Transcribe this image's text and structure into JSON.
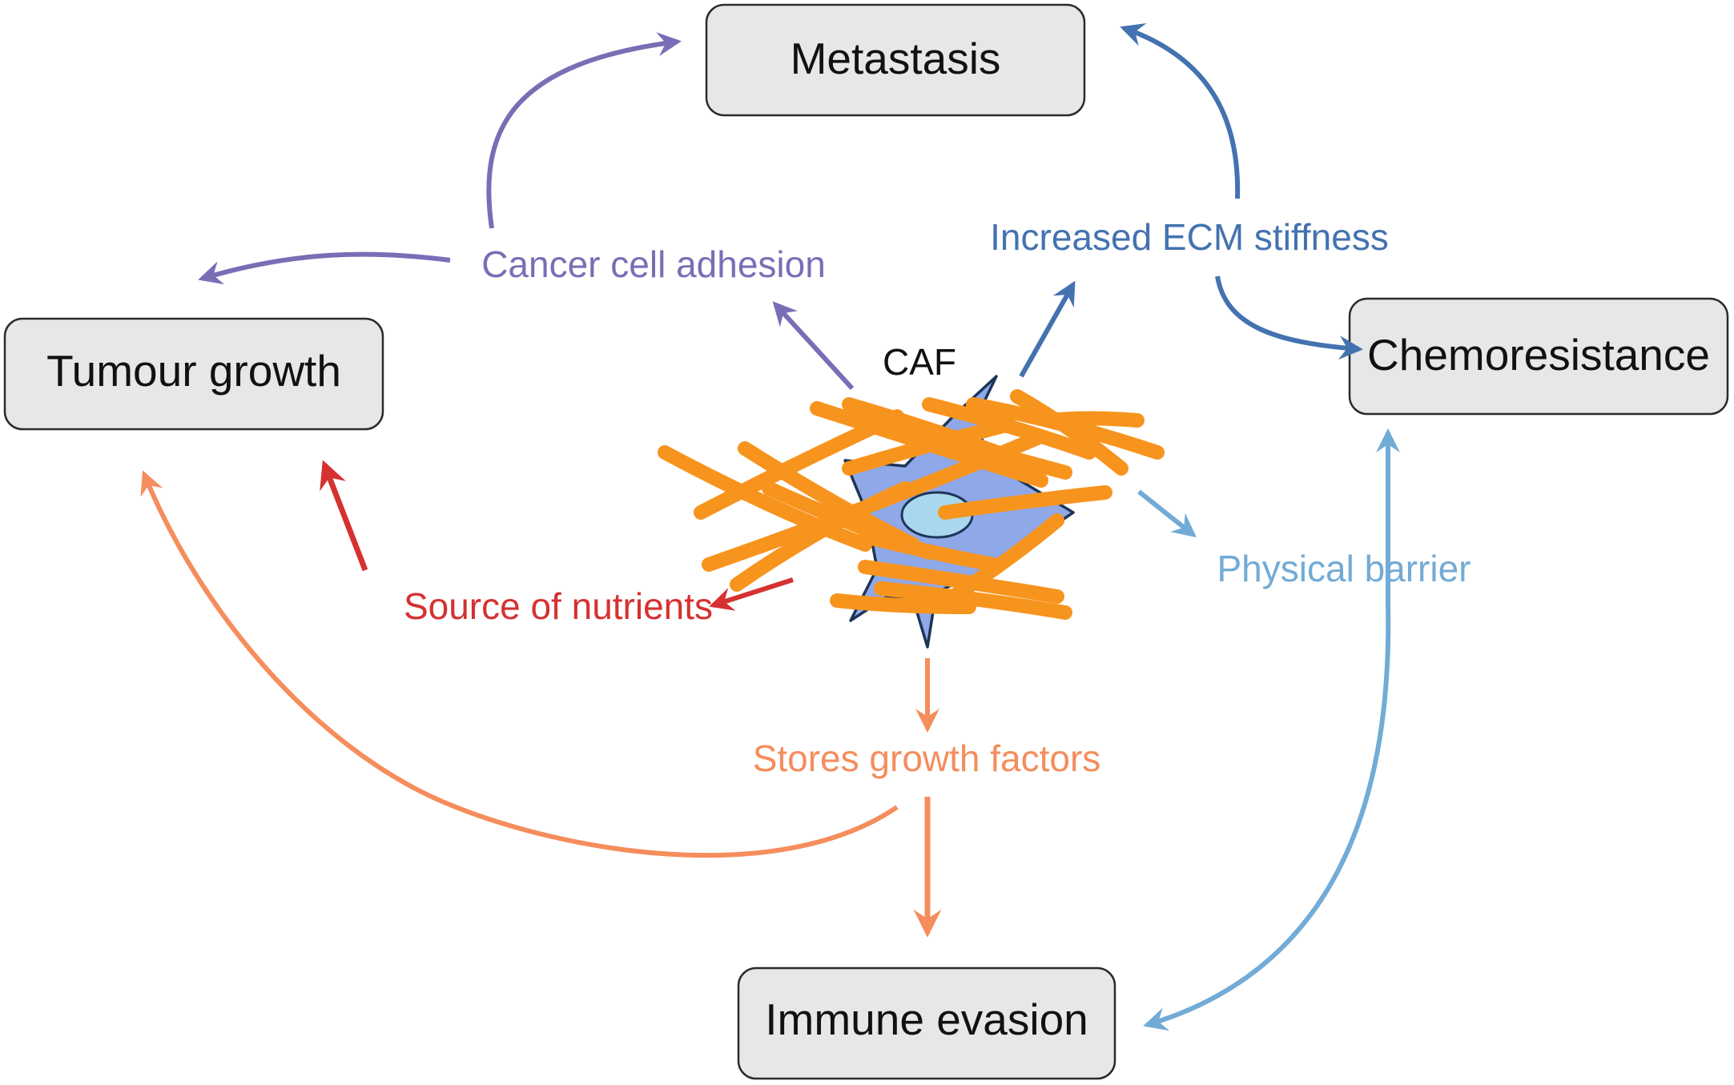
{
  "nodes": {
    "metastasis": {
      "label": "Metastasis"
    },
    "tumour_growth": {
      "label": "Tumour growth"
    },
    "chemoresistance": {
      "label": "Chemoresistance"
    },
    "immune_evasion": {
      "label": "Immune evasion"
    }
  },
  "center": {
    "label": "CAF"
  },
  "mechanisms": {
    "adhesion": {
      "label": "Cancer cell adhesion",
      "color": "#7b6db5"
    },
    "stiffness": {
      "label": "Increased ECM stiffness",
      "color": "#4472b0"
    },
    "barrier": {
      "label": "Physical barrier",
      "color": "#72abd6"
    },
    "nutrients": {
      "label": "Source of nutrients",
      "color": "#d63131"
    },
    "growth_factors": {
      "label": "Stores growth factors",
      "color": "#f58d5c"
    }
  },
  "colors": {
    "fiber": "#f7941d",
    "cell_fill": "#8fa8e8",
    "cell_outline": "#1e3556",
    "nucleus_fill": "#a9d8ee",
    "box_fill": "#e6e7e9"
  }
}
